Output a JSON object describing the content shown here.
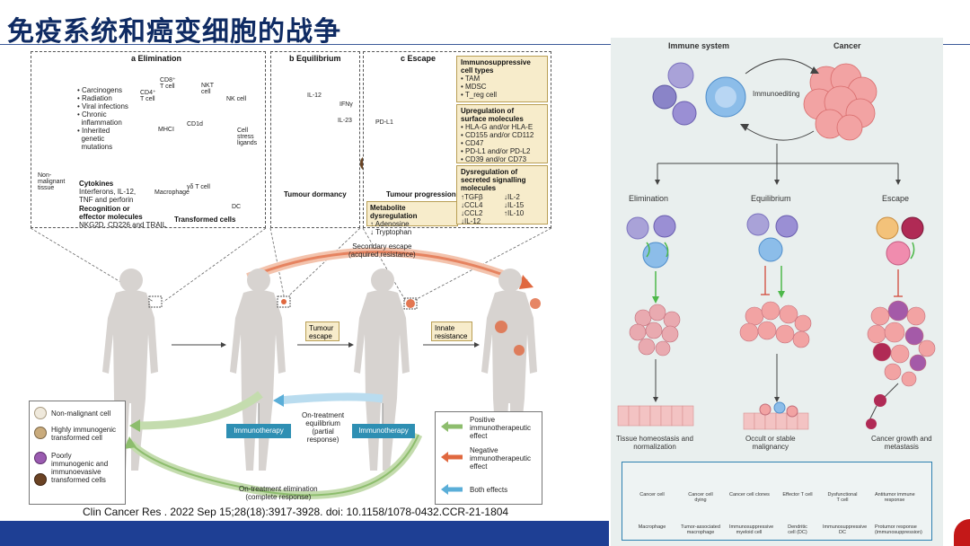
{
  "slide": {
    "title": "免疫系统和癌变细胞的战争",
    "citation": "Clin Cancer Res . 2022 Sep 15;28(18):3917-3928. doi: 10.1158/1078-0432.CCR-21-1804"
  },
  "left_figure": {
    "panel_a": {
      "title": "a  Elimination",
      "carcinogens": [
        "• Carcinogens",
        "• Radiation",
        "• Viral infections",
        "• Chronic",
        "  inflammation",
        "• Inherited",
        "  genetic",
        "  mutations"
      ],
      "cells": {
        "cd4": "CD4⁺\nT cell",
        "cd8": "CD8⁺\nT cell",
        "nkt": "NKT\ncell",
        "nk": "NK cell",
        "cd1d": "CD1d",
        "mhci": "MHCI",
        "cell_stress": "Cell\nstress\nligands",
        "macrophage": "Macrophage",
        "gd": "γδ T cell",
        "dc": "DC",
        "non_malignant": "Non-\nmalignant\ntissue",
        "transformed": "Transformed cells"
      },
      "cytokines_title": "Cytokines",
      "cytokines_text": "Interferons, IL-12,\nTNF and perforin",
      "recognition_title": "Recognition or\neffector molecules",
      "recognition_text": "NKG2D, CD226 and TRAIL"
    },
    "panel_b": {
      "title": "b  Equilibrium",
      "il12": "IL-12",
      "ifng": "IFNγ",
      "il23": "IL-23",
      "caption": "Tumour dormancy"
    },
    "panel_c": {
      "title": "c  Escape",
      "pdl1": "PD-L1",
      "caption": "Tumour progression",
      "metabolite": {
        "title": "Metabolite dysregulation",
        "items": [
          "↑ Adenosine",
          "↓ Tryptophan"
        ]
      }
    },
    "info_boxes": {
      "immunosuppressive": {
        "title": "Immunosuppressive\ncell types",
        "items": [
          "• TAM",
          "• MDSC",
          "• T_reg cell"
        ]
      },
      "surface": {
        "title": "Upregulation of\nsurface molecules",
        "items": [
          "• HLA-G and/or HLA-E",
          "• CD155 and/or CD112",
          "• CD47",
          "• PD-L1 and/or PD-L2",
          "• CD39 and/or CD73"
        ]
      },
      "secreted": {
        "title": "Dysregulation of\nsecreted signalling\nmolecules",
        "left": [
          "↑TGFβ",
          "↓CCL4",
          "↓CCL2",
          "↓IL-12"
        ],
        "right": [
          "↓IL-2",
          "↓IL-15",
          "↑IL-10"
        ]
      }
    },
    "middle": {
      "secondary_escape": "Secondary escape\n(acquired resistance)",
      "tumour_escape": "Tumour\nescape",
      "innate_resistance": "Innate\nresistance",
      "immunotherapy_1": "Immunotherapy",
      "immunotherapy_2": "Immunotherapy",
      "on_treatment_equilibrium": "On-treatment\nequilibrium\n(partial\nresponse)",
      "on_treatment_elimination": "On-treatment elimination\n(complete response)"
    },
    "cell_legend": [
      {
        "label": "Non-malignant cell",
        "color": "#efe9dc"
      },
      {
        "label": "Highly immunogenic\ntransformed cell",
        "color": "#c9ab7c"
      },
      {
        "label": "Poorly\nimmunogenic and\nimmunoevasive\ntransformed cells",
        "color": "#9a5bb0"
      },
      {
        "label": "",
        "color": "#6b4324"
      }
    ],
    "effect_legend": [
      {
        "label": "Positive\nimmunotherapeutic\neffect",
        "color": "#8dbd6d"
      },
      {
        "label": "Negative\nimmunotherapeutic\neffect",
        "color": "#e0683f"
      },
      {
        "label": "Both effects",
        "color": "#5aaed8"
      }
    ]
  },
  "right_figure": {
    "immune_system": "Immune system",
    "cancer": "Cancer",
    "immunoediting": "Immunoediting",
    "elimination": "Elimination",
    "equilibrium": "Equilibrium",
    "escape": "Escape",
    "tissue": "Tissue homeostasis and\nnormalization",
    "occult": "Occult or stable\nmalignancy",
    "growth": "Cancer growth and\nmetastasis",
    "legend_row1": [
      "Cancer cell",
      "Cancer cell\ndying",
      "Cancer cell clones",
      "Effector T cell",
      "Dysfunctional\nT cell",
      "Antitumor immune\nresponse"
    ],
    "legend_row2": [
      "Macrophage",
      "Tumor-associated\nmacrophage",
      "Immunosuppressive\nmyeloid cell",
      "Dendritic\ncell (DC)",
      "Immunosuppressive\nDC",
      "Protumor response\n(immunosuppression)"
    ],
    "legend_colors": {
      "cancer": "#f2a3a3",
      "dying": "#c76f7f",
      "clones": "#a45aa8",
      "effector": "#7fb3e6",
      "dysfunctional": "#f08cae",
      "antitumor_arrow": "#4db84a",
      "macrophage": "#9a8fd4",
      "tam": "#e8b98a",
      "myeloid": "#f3c27a",
      "dc": "#a9a2d8",
      "isdc": "#b02a55",
      "protumor_line": "#555555"
    }
  }
}
